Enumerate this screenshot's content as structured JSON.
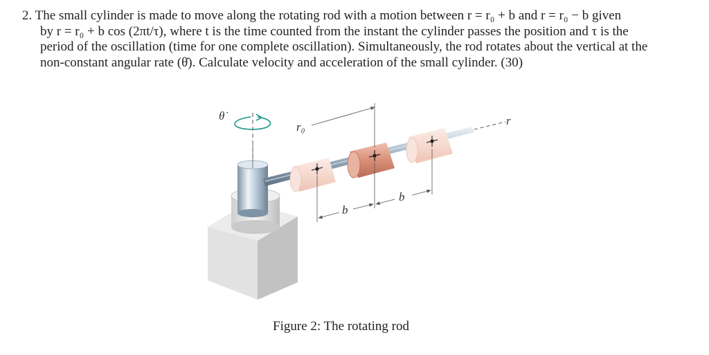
{
  "problem": {
    "line1": "2. The small cylinder is made to move along the rotating rod with a motion between r = r₀ + b and r = r₀ − b given",
    "line2": "by r = r₀ + b cos (2πt/τ), where t is the time counted from the instant the cylinder passes the position and τ is the",
    "line3": "period of the oscillation (time for one complete oscillation). Simultaneously, the rod rotates about the vertical at the",
    "line4": "non-constant angular rate (θ̇). Calculate velocity and acceleration of the small cylinder. (30)"
  },
  "figure": {
    "theta_dot_label": "θ̇",
    "r0_label": "r₀",
    "r_label": "r",
    "b_left_label": "b",
    "b_right_label": "b",
    "colors": {
      "cylinder_main": "#d98f78",
      "cylinder_ghost": "#f6d9cf",
      "rod": "#9fb3c4",
      "base": "#dcdcdc",
      "rotation_arrow": "#2f9e92"
    }
  },
  "caption": "Figure 2: The rotating rod"
}
